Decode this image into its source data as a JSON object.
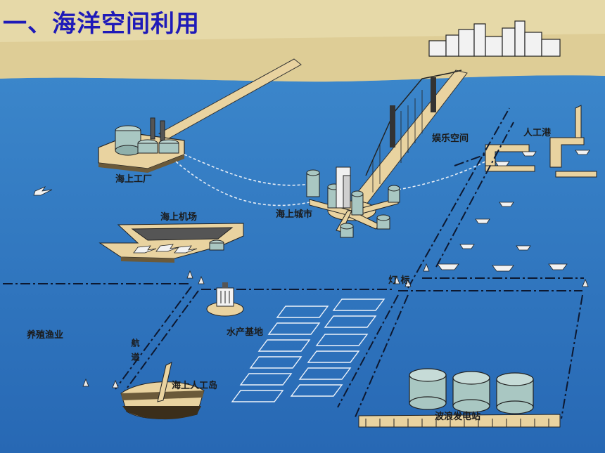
{
  "title": "一、海洋空间利用",
  "labels": {
    "factory": "海上工厂",
    "airport": "海上机场",
    "city": "海上城市",
    "entertainment": "娱乐空间",
    "harbor": "人工港",
    "lighthouse": "灯  标",
    "aquaculture": "养殖渔业",
    "aquatic_base": "水产基地",
    "artificial_island": "海上人工岛",
    "wave_station": "波浪发电站",
    "channel": "航道"
  },
  "colors": {
    "sea": "#2f79c0",
    "shore": "#e6d9a8",
    "structure": "#e9d3a0",
    "tank": "#a9c7c2",
    "title": "#1f1ab8"
  }
}
